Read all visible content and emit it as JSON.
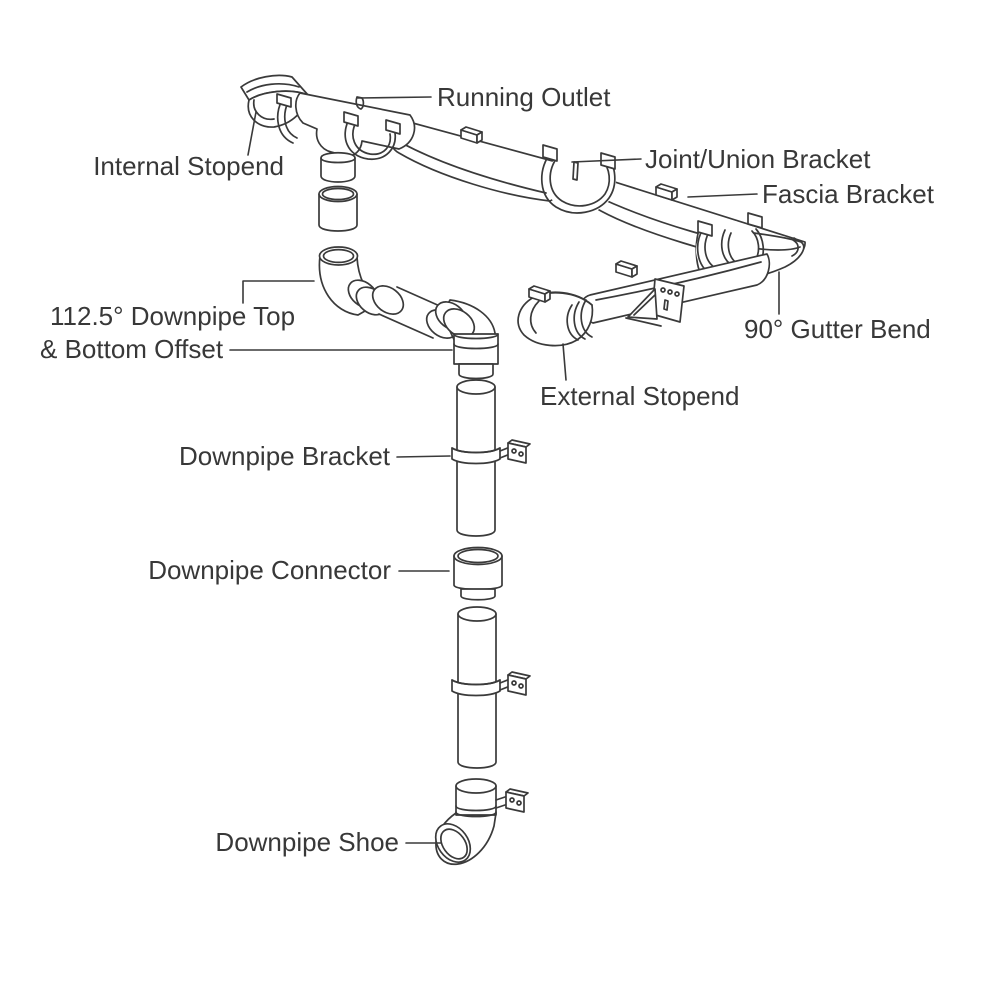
{
  "diagram": {
    "title": "Gutter and downpipe system exploded diagram",
    "background_color": "#ffffff",
    "line_color": "#3a3a3a",
    "text_color": "#383838"
  },
  "labels": {
    "running_outlet": "Running Outlet",
    "internal_stopend": "Internal Stopend",
    "joint_union_bracket": "Joint/Union Bracket",
    "fascia_bracket": "Fascia Bracket",
    "offset_line1": "112.5° Downpipe Top",
    "offset_line2": "& Bottom Offset",
    "gutter_bend": "90° Gutter Bend",
    "external_stopend": "External Stopend",
    "downpipe_bracket": "Downpipe Bracket",
    "downpipe_connector": "Downpipe Connector",
    "downpipe_shoe": "Downpipe Shoe"
  }
}
